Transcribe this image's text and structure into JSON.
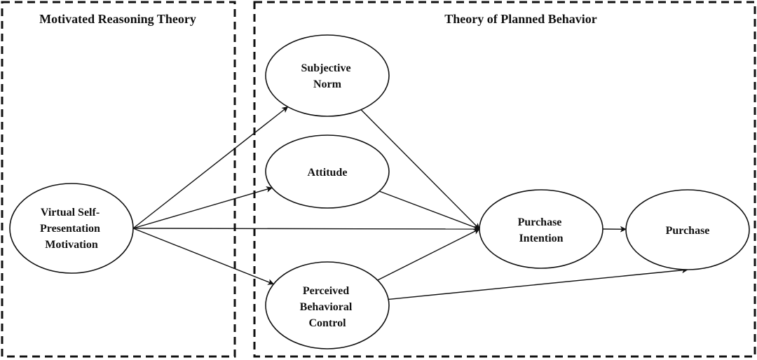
{
  "frames": {
    "motivated_reasoning": {
      "title": "Motivated Reasoning Theory"
    },
    "planned_behavior": {
      "title": "Theory of Planned Behavior"
    }
  },
  "nodes": {
    "virtual_self_presentation": {
      "lines": [
        "Virtual Self-",
        "Presentation",
        "Motivation"
      ]
    },
    "subjective_norm": {
      "lines": [
        "Subjective",
        "Norm"
      ]
    },
    "attitude": {
      "lines": [
        "Attitude"
      ]
    },
    "perceived_behavioral_control": {
      "lines": [
        "Perceived",
        "Behavioral",
        "Control"
      ]
    },
    "purchase_intention": {
      "lines": [
        "Purchase",
        "Intention"
      ]
    },
    "purchase": {
      "lines": [
        "Purchase"
      ]
    }
  },
  "edges": [
    {
      "from": "virtual_self_presentation",
      "to": "subjective_norm"
    },
    {
      "from": "virtual_self_presentation",
      "to": "attitude"
    },
    {
      "from": "virtual_self_presentation",
      "to": "purchase_intention"
    },
    {
      "from": "virtual_self_presentation",
      "to": "perceived_behavioral_control"
    },
    {
      "from": "subjective_norm",
      "to": "purchase_intention"
    },
    {
      "from": "attitude",
      "to": "purchase_intention"
    },
    {
      "from": "perceived_behavioral_control",
      "to": "purchase_intention"
    },
    {
      "from": "purchase_intention",
      "to": "purchase"
    },
    {
      "from": "perceived_behavioral_control",
      "to": "purchase"
    }
  ]
}
